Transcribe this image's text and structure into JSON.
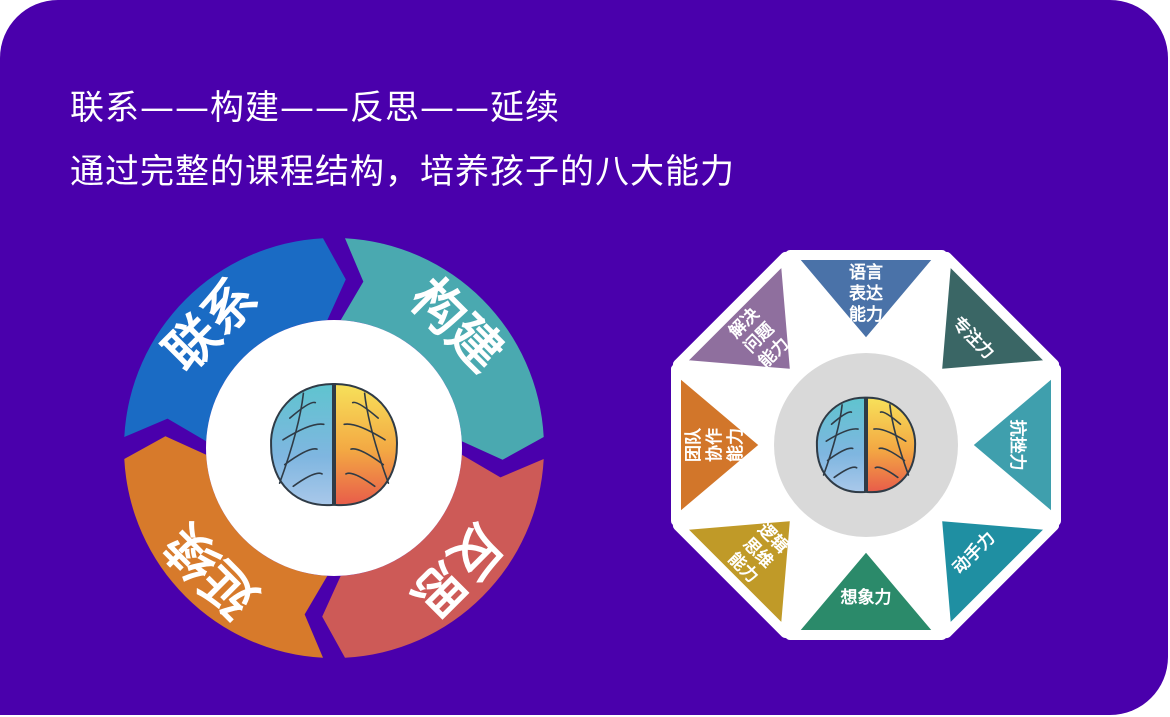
{
  "header": {
    "line1": "联系——构建——反思——延续",
    "line2": "通过完整的课程结构，培养孩子的八大能力"
  },
  "cycle": {
    "segments": [
      {
        "label": "联系",
        "color": "#1a6bc4"
      },
      {
        "label": "构建",
        "color": "#4aa9b0"
      },
      {
        "label": "反思",
        "color": "#cd5a57"
      },
      {
        "label": "延续",
        "color": "#d77a2b"
      }
    ],
    "center_icon": "brain-icon"
  },
  "abilities": {
    "items": [
      {
        "lines": [
          "语言",
          "表达",
          "能力"
        ],
        "color": "#4a72a8"
      },
      {
        "lines": [
          "专注力"
        ],
        "color": "#3a6665"
      },
      {
        "lines": [
          "抗挫力"
        ],
        "color": "#3f9fad"
      },
      {
        "lines": [
          "动手力"
        ],
        "color": "#1f8fa2"
      },
      {
        "lines": [
          "想象力"
        ],
        "color": "#2b8a6a"
      },
      {
        "lines": [
          "逻辑",
          "思维",
          "能力"
        ],
        "color": "#c09a28"
      },
      {
        "lines": [
          "团队",
          "协作",
          "能力"
        ],
        "color": "#d2762a"
      },
      {
        "lines": [
          "解决",
          "问题",
          "能力"
        ],
        "color": "#8f6f9e"
      }
    ],
    "center_icon": "brain-icon"
  }
}
